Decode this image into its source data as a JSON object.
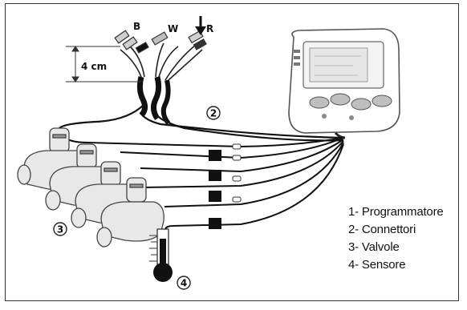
{
  "wire_labels": {
    "b": "B",
    "w": "W",
    "r": "R"
  },
  "measurement": "4 cm",
  "callouts": {
    "connectors": "2",
    "valves": "3",
    "sensor": "4"
  },
  "legend": [
    "1- Programmatore",
    "2- Connettori",
    "3- Valvole",
    "4- Sensore"
  ]
}
